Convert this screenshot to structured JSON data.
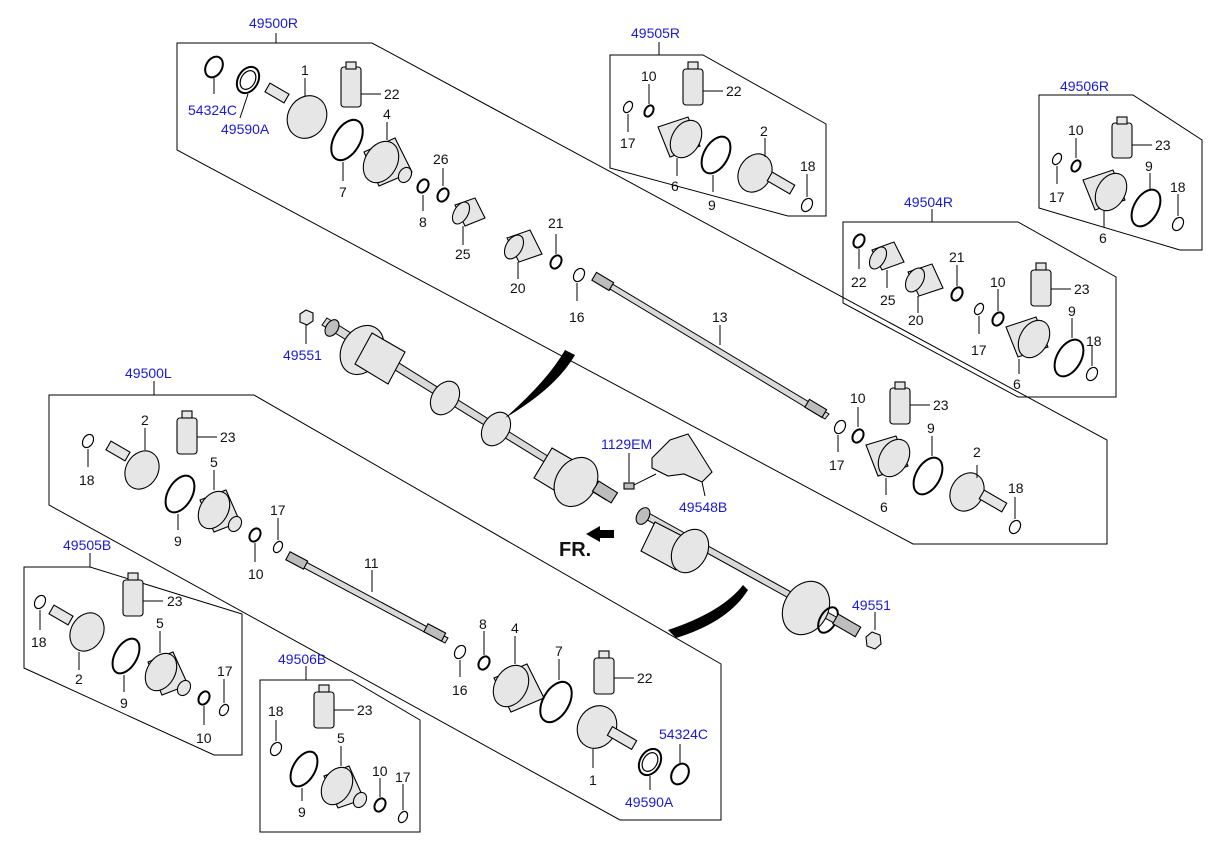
{
  "assembly_labels": {
    "a49500R": "49500R",
    "a49505R": "49505R",
    "a49506R": "49506R",
    "a49504R": "49504R",
    "a49500L": "49500L",
    "a49505B": "49505B",
    "a49506B": "49506B"
  },
  "part_links": {
    "p54324C_top": "54324C",
    "p49590A_top": "49590A",
    "p49551_left": "49551",
    "p1129EM": "1129EM",
    "p49548B": "49548B",
    "p49551_right": "49551",
    "p54324C_bot": "54324C",
    "p49590A_bot": "49590A"
  },
  "direction_label": "FR.",
  "callouts": {
    "r_1": "1",
    "r_22": "22",
    "r_4": "4",
    "r_7": "7",
    "r_26": "26",
    "r_8": "8",
    "r_25": "25",
    "r_21": "21",
    "r_20": "20",
    "r_16": "16",
    "r_13": "13",
    "s5_10": "10",
    "s5_22": "22",
    "s5_17": "17",
    "s5_6": "6",
    "s5_9": "9",
    "s5_2": "2",
    "s5_18": "18",
    "s6_10": "10",
    "s6_23": "23",
    "s6_17": "17",
    "s6_9": "9",
    "s6_6": "6",
    "s6_18": "18",
    "s4_22": "22",
    "s4_25": "25",
    "s4_21": "21",
    "s4_20": "20",
    "s4_10": "10",
    "s4_23": "23",
    "s4_17": "17",
    "s4_9": "9",
    "s4_18": "18",
    "s4_6": "6",
    "rr_17": "17",
    "rr_10": "10",
    "rr_23": "23",
    "rr_9": "9",
    "rr_6": "6",
    "rr_2": "2",
    "rr_18": "18",
    "l_2": "2",
    "l_23": "23",
    "l_18": "18",
    "l_5": "5",
    "l_9": "9",
    "l_17": "17",
    "l_10": "10",
    "l_11": "11",
    "l_16": "16",
    "l_8": "8",
    "l_4": "4",
    "l_7": "7",
    "l_22": "22",
    "l_1": "1",
    "b5_18": "18",
    "b5_23": "23",
    "b5_5": "5",
    "b5_2": "2",
    "b5_9": "9",
    "b5_17": "17",
    "b5_10": "10",
    "b6_18": "18",
    "b6_23": "23",
    "b6_5": "5",
    "b6_9": "9",
    "b6_10": "10",
    "b6_17": "17"
  }
}
